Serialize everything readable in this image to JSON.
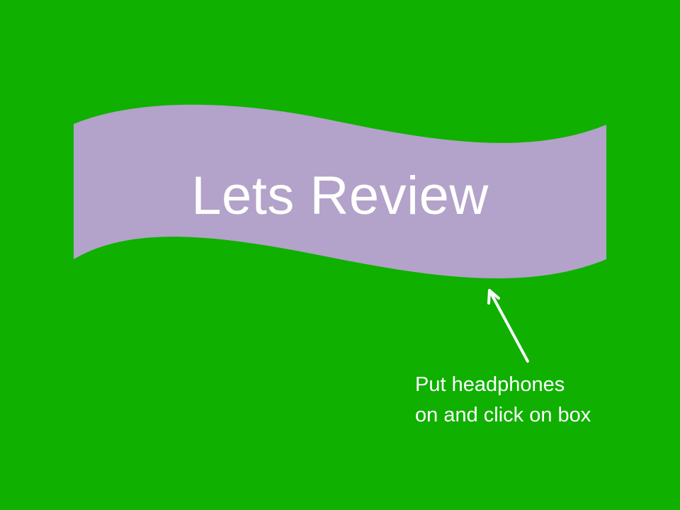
{
  "slide": {
    "background_color": "#0fb000",
    "banner": {
      "title": "Lets Review",
      "fill_color": "#b3a2c9"
    },
    "instruction": {
      "line1": "Put headphones",
      "line2": "on and click on box"
    },
    "pointer": {
      "icon": "arrow-up-left-icon",
      "color": "#ffffff"
    }
  }
}
